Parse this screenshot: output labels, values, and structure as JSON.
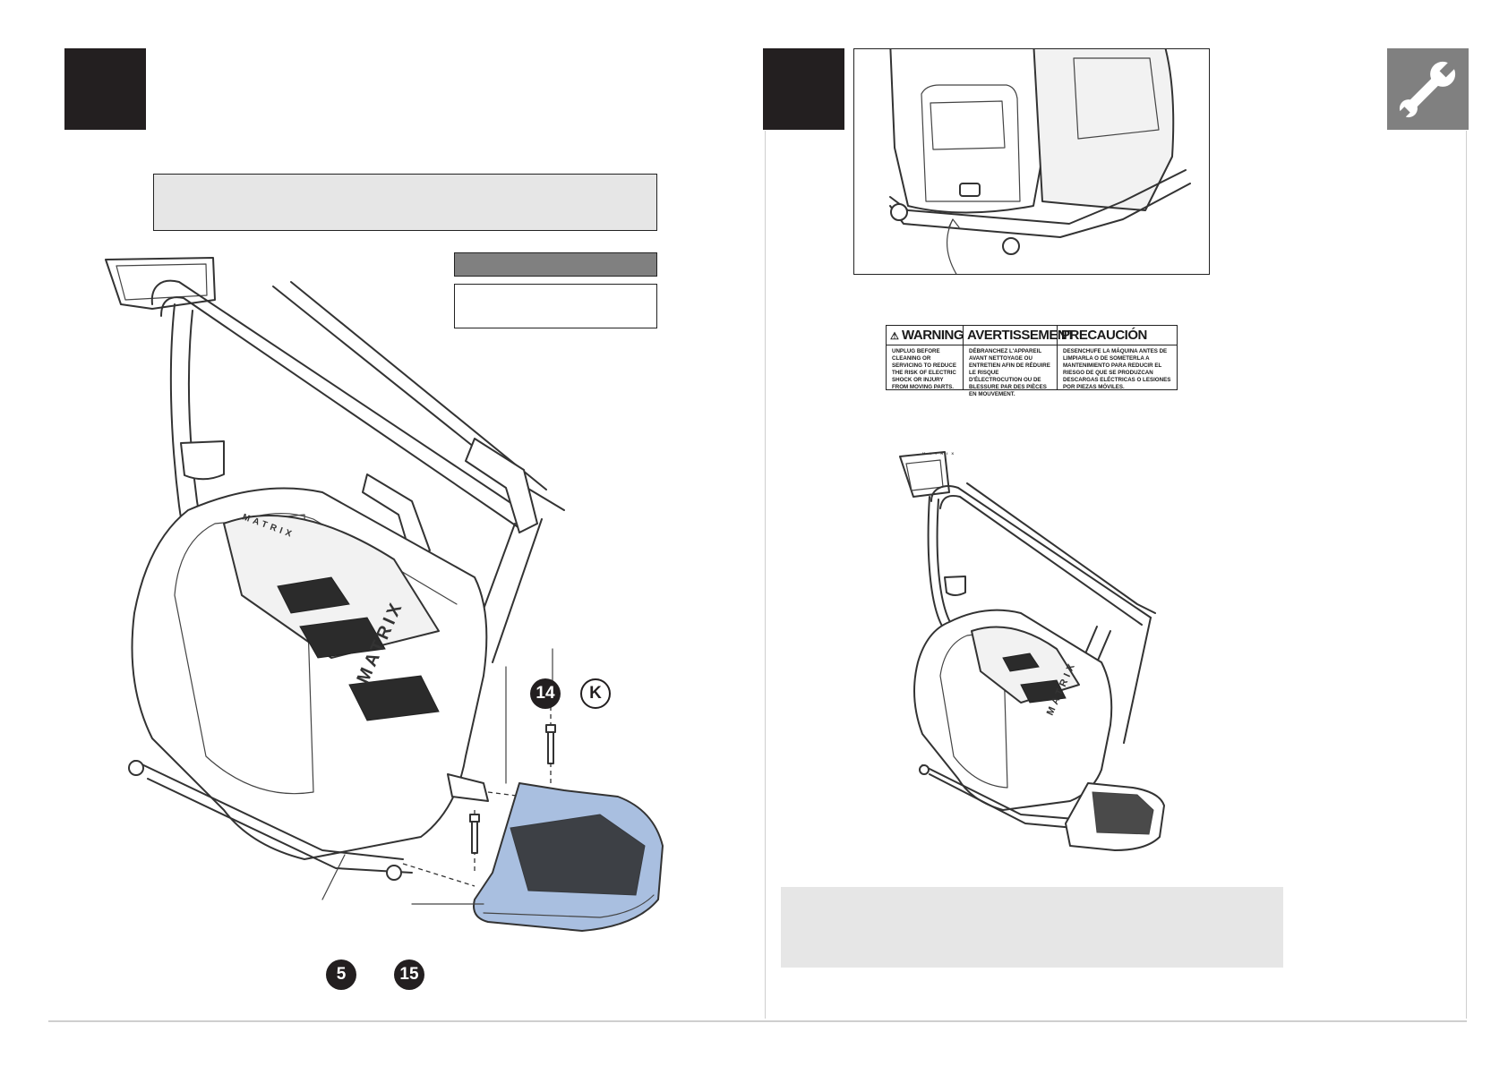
{
  "page": {
    "left": {
      "callouts": {
        "c14": "14",
        "ck": "K",
        "c5": "5",
        "c15": "15"
      },
      "brand_text": "MATRIX"
    },
    "right": {
      "brand_text": "MATRIX"
    }
  },
  "icons": {
    "tool": "wrench-icon",
    "warning": "warning-triangle-icon"
  },
  "warning_label": {
    "col1": {
      "title": "WARNING",
      "text": "UNPLUG BEFORE CLEANING OR SERVICING TO REDUCE THE RISK OF ELECTRIC SHOCK OR INJURY FROM MOVING PARTS."
    },
    "col2": {
      "title": "AVERTISSEMENT",
      "text": "DÉBRANCHEZ L'APPAREIL AVANT NETTOYAGE OU ENTRETIEN AFIN DE RÉDUIRE LE RISQUE D'ÉLECTROCUTION OU DE BLESSURE PAR DES PIÈCES EN MOUVEMENT."
    },
    "col3": {
      "title": "PRECAUCIÓN",
      "text": "DESENCHUFE LA MÁQUINA ANTES DE LIMPIARLA O DE SOMETERLA A MANTENIMIENTO PARA REDUCIR EL RIESGO DE QUE SE PRODUZCAN DESCARGAS ELÉCTRICAS O LESIONES POR PIEZAS MÓVILES."
    }
  },
  "colors": {
    "step_box": "#231f20",
    "tool_badge": "#808080",
    "note_panel": "#e6e6e6",
    "highlight_part": "#a9bfe0"
  }
}
